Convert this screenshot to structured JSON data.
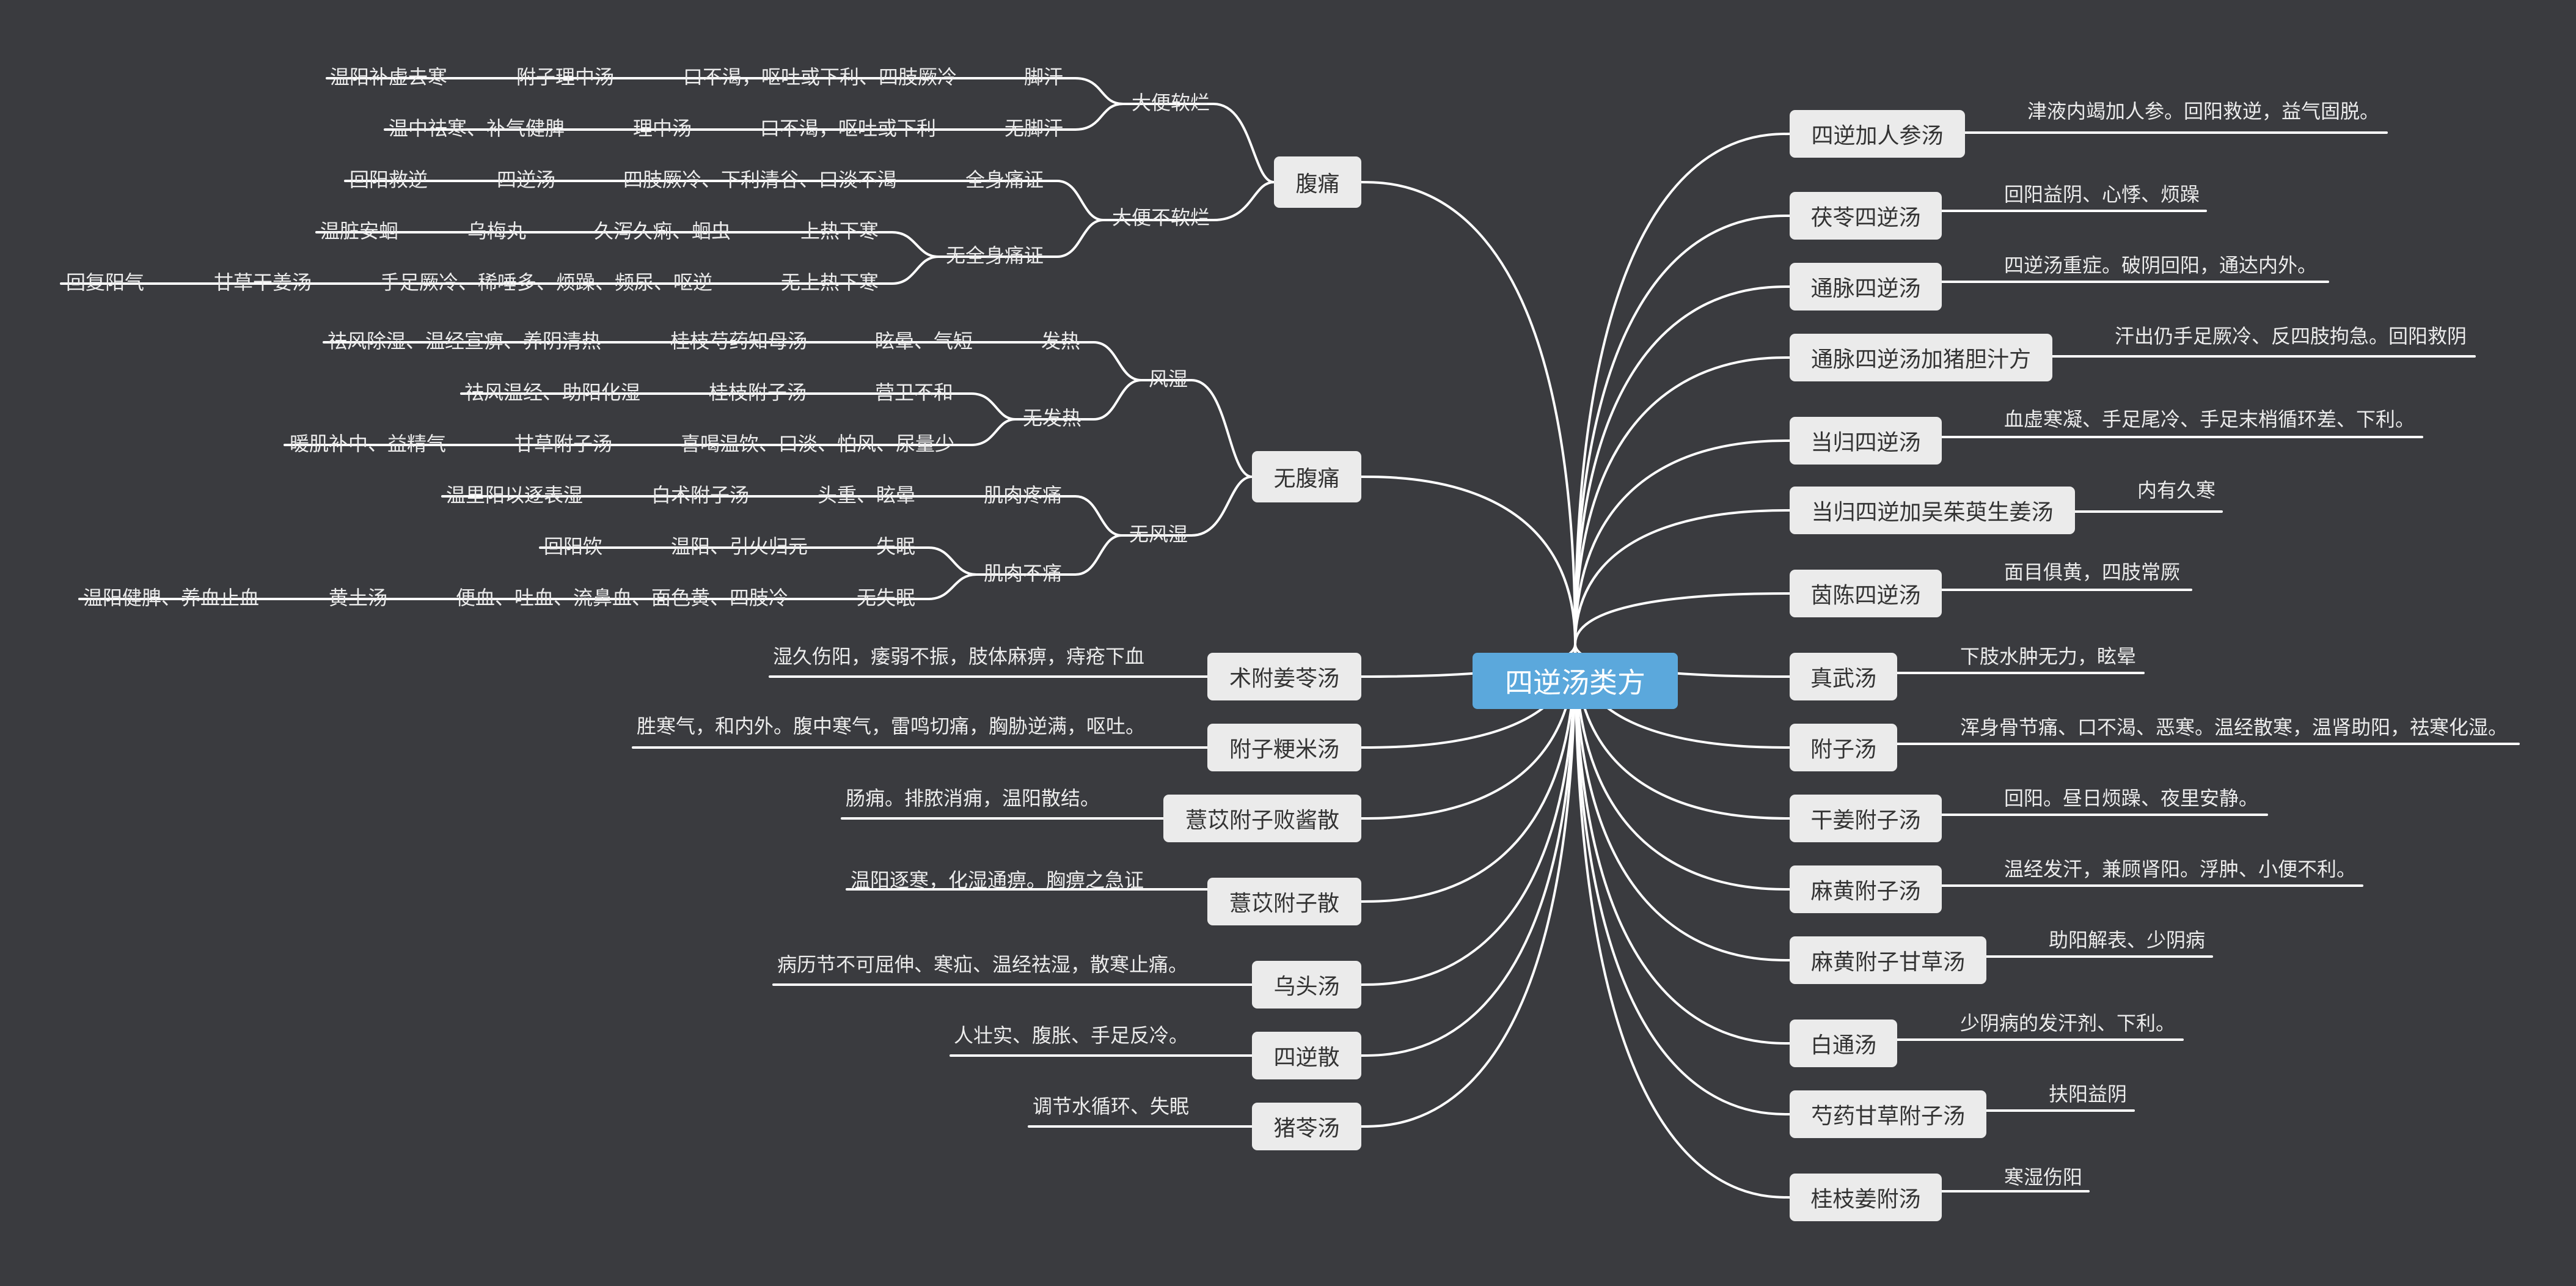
{
  "root": "四逆汤类方",
  "right": [
    {
      "name": "四逆加人参汤",
      "note": "津液内竭加人参。回阳救逆，益气固脱。"
    },
    {
      "name": "茯苓四逆汤",
      "note": "回阳益阴、心悸、烦躁"
    },
    {
      "name": "通脉四逆汤",
      "note": "四逆汤重症。破阴回阳，通达内外。"
    },
    {
      "name": "通脉四逆汤加猪胆汁方",
      "note": "汗出仍手足厥冷、反四肢拘急。回阳救阴"
    },
    {
      "name": "当归四逆汤",
      "note": "血虚寒凝、手足尾冷、手足末梢循环差、下利。"
    },
    {
      "name": "当归四逆加吴茱萸生姜汤",
      "note": "内有久寒"
    },
    {
      "name": "茵陈四逆汤",
      "note": "面目俱黄，四肢常厥"
    },
    {
      "name": "真武汤",
      "note": "下肢水肿无力，眩晕"
    },
    {
      "name": "附子汤",
      "note": "浑身骨节痛、口不渴、恶寒。温经散寒，温肾助阳，祛寒化湿。"
    },
    {
      "name": "干姜附子汤",
      "note": "回阳。昼日烦躁、夜里安静。"
    },
    {
      "name": "麻黄附子汤",
      "note": "温经发汗，兼顾肾阳。浮肿、小便不利。"
    },
    {
      "name": "麻黄附子甘草汤",
      "note": "助阳解表、少阴病"
    },
    {
      "name": "白通汤",
      "note": "少阴病的发汗剂、下利。"
    },
    {
      "name": "芍药甘草附子汤",
      "note": "扶阳益阴"
    },
    {
      "name": "桂枝姜附汤",
      "note": "寒湿伤阳"
    }
  ],
  "left_simple": [
    {
      "name": "术附姜苓汤",
      "note": "湿久伤阳，痿弱不振，肢体麻痹，痔疮下血"
    },
    {
      "name": "附子粳米汤",
      "note": "胜寒气，和内外。腹中寒气，雷鸣切痛，胸胁逆满，呕吐。"
    },
    {
      "name": "薏苡附子败酱散",
      "note": "肠痈。排脓消痈，温阳散结。"
    },
    {
      "name": "薏苡附子散",
      "note": "温阳逐寒，化湿通痹。胸痹之急证"
    },
    {
      "name": "乌头汤",
      "note": "病历节不可屈伸、寒疝、温经祛湿，散寒止痛。"
    },
    {
      "name": "四逆散",
      "note": "人壮实、腹胀、手足反冷。"
    },
    {
      "name": "猪苓汤",
      "note": "调节水循环、失眠"
    }
  ],
  "fu_tong": {
    "name": "腹痛",
    "da_bian_ruan": {
      "label": "大便软烂",
      "rows": [
        {
          "cond": "脚汗",
          "symptom": "口不渴，呕吐或下利、四肢厥冷",
          "formula": "附子理中汤",
          "effect": "温阳补虚去寒"
        },
        {
          "cond": "无脚汗",
          "symptom": "口不渴，呕吐或下利",
          "formula": "理中汤",
          "effect": "温中祛寒、补气健脾"
        }
      ]
    },
    "da_bian_bu_ruan": {
      "label": "大便不软烂",
      "quan_shen": {
        "cond": "全身痛证",
        "symptom": "四肢厥冷、下利清谷、口淡不渴",
        "formula": "四逆汤",
        "effect": "回阳救逆"
      },
      "wu_quan_shen": {
        "label": "无全身痛证",
        "rows": [
          {
            "cond": "上热下寒",
            "symptom": "久泻久痢、蛔虫",
            "formula": "乌梅丸",
            "effect": "温脏安蛔"
          },
          {
            "cond": "无上热下寒",
            "symptom": "手足厥冷、稀唾多、烦躁、频尿、呕逆",
            "formula": "甘草干姜汤",
            "effect": "回复阳气"
          }
        ]
      }
    }
  },
  "wu_fu_tong": {
    "name": "无腹痛",
    "feng_shi": {
      "label": "风湿",
      "fa_re": {
        "cond": "发热",
        "symptom": "眩晕、气短",
        "formula": "桂枝芍药知母汤",
        "effect": "祛风除湿、温经宣痹、养阴清热"
      },
      "wu_fa_re": {
        "label": "无发热",
        "rows": [
          {
            "cond": "营卫不和",
            "formula": "桂枝附子汤",
            "effect": "祛风温经、助阳化湿"
          },
          {
            "cond": "喜喝温饮、口淡、怕风、尿量少",
            "formula": "甘草附子汤",
            "effect": "暖肌补中、益精气"
          }
        ]
      }
    },
    "wu_feng_shi": {
      "label": "无风湿",
      "ji_rou_teng": {
        "cond": "肌肉疼痛",
        "symptom": "头重、眩晕",
        "formula": "白术附子汤",
        "effect": "温里阳以逐表湿"
      },
      "ji_rou_bu_tong": {
        "label": "肌肉不痛",
        "rows": [
          {
            "cond": "失眠",
            "symptom": "温阳、引火归元",
            "formula": "回阳饮"
          },
          {
            "cond": "无失眠",
            "symptom": "便血、吐血、流鼻血、面色黄、四肢冷",
            "formula": "黄土汤",
            "effect": "温阳健脾、养血止血"
          }
        ]
      }
    }
  }
}
